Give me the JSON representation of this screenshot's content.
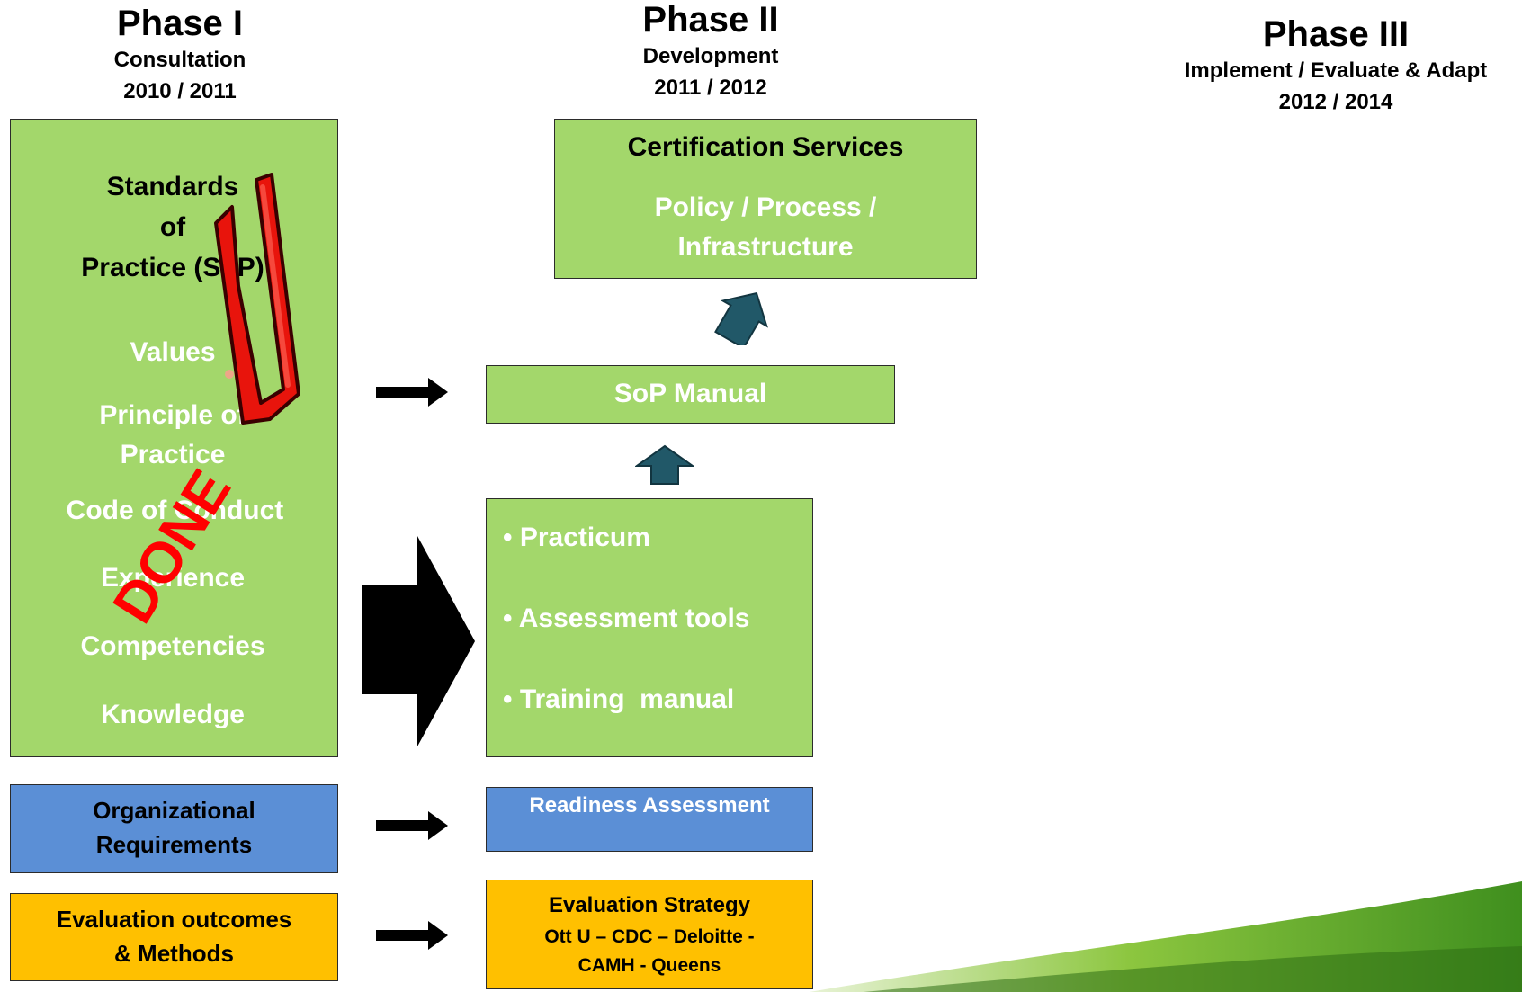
{
  "phases": [
    {
      "title": "Phase I",
      "subtitle": "Consultation",
      "years": "2010 / 2011"
    },
    {
      "title": "Phase II",
      "subtitle": "Development",
      "years": "2011 / 2012"
    },
    {
      "title": "Phase III",
      "subtitle": "Implement / Evaluate & Adapt",
      "years": "2012 / 2014"
    }
  ],
  "sop_box": {
    "title_lines": [
      "Standards",
      "of",
      "Practice (SoP)"
    ],
    "items": [
      "Values",
      "Principle of",
      "Practice",
      "Code of Conduct",
      "Experience",
      "Competencies",
      "Knowledge"
    ]
  },
  "stamp": {
    "text": "DONE"
  },
  "org_requirements": {
    "lines": [
      "Organizational",
      "Requirements"
    ]
  },
  "eval_outcomes": {
    "lines": [
      "Evaluation outcomes",
      "& Methods"
    ]
  },
  "certification": {
    "title": "Certification Services",
    "lines": [
      "Policy / Process /",
      "Infrastructure"
    ]
  },
  "sop_manual": {
    "label": "SoP Manual"
  },
  "development_items": [
    "• Practicum",
    "• Assessment tools",
    "• Training  manual"
  ],
  "readiness": {
    "label": "Readiness Assessment"
  },
  "eval_strategy": {
    "title": "Evaluation Strategy",
    "lines": [
      "Ott U – CDC – Deloitte -",
      "CAMH - Queens"
    ]
  },
  "colors": {
    "green": "#a3d76b",
    "blue": "#5b8fd6",
    "orange": "#ffc000",
    "teal_arrow": "#215868",
    "check_red": "#e8140c",
    "stamp_red": "#ff0000"
  }
}
